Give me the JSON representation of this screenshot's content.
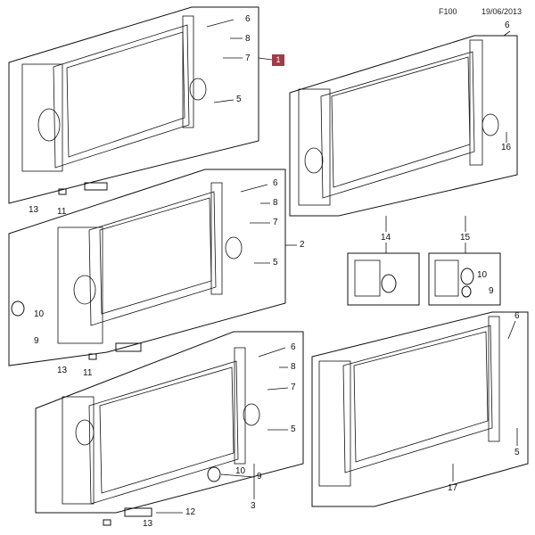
{
  "header": {
    "code": "F100",
    "date": "19/06/2013"
  },
  "assembly_badge": "1",
  "callouts": {
    "p1": [
      "6",
      "8",
      "7",
      "5",
      "13",
      "11"
    ],
    "p2": [
      "2",
      "6",
      "8",
      "7",
      "5",
      "10",
      "9",
      "13",
      "11"
    ],
    "p3": [
      "6",
      "8",
      "7",
      "5",
      "9",
      "10",
      "12",
      "13",
      "3"
    ],
    "p4": [
      "6",
      "16",
      "14",
      "15",
      "10",
      "9"
    ],
    "p5": [
      "6",
      "5",
      "17"
    ]
  },
  "colors": {
    "badge": "#a33a4a",
    "line": "#111111"
  }
}
